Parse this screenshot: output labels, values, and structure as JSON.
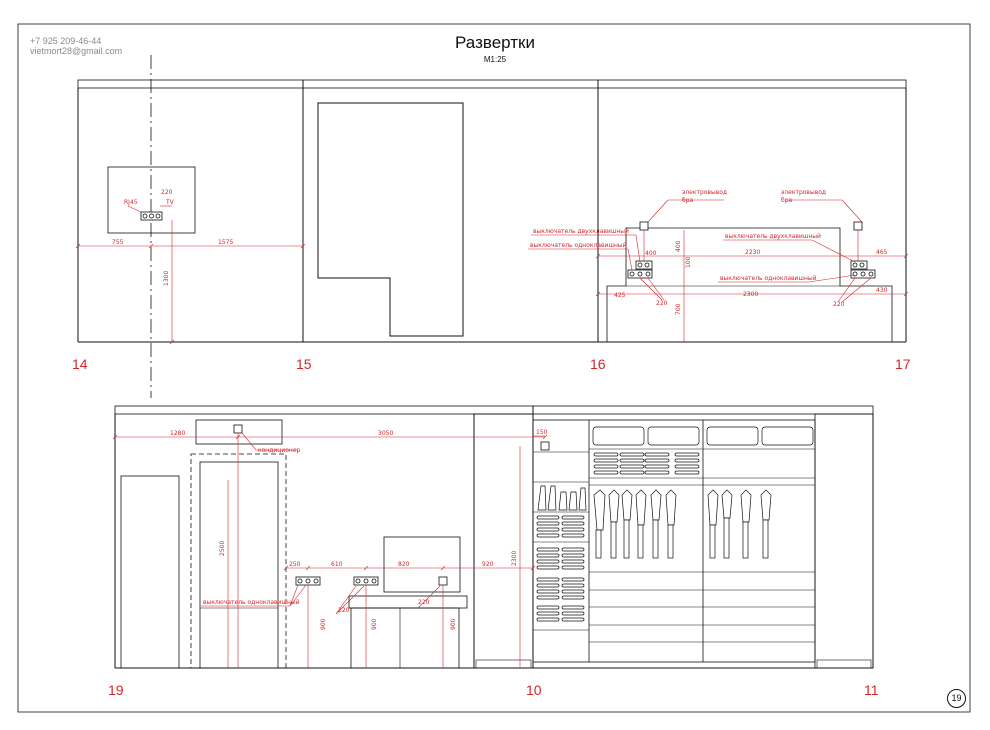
{
  "sheet": {
    "title": "Развертки",
    "scale": "М1:25",
    "contact_phone": "+7 925 209-46-44",
    "contact_email": "vietmort28@gmail.com",
    "page_number": "19"
  },
  "axes_top": [
    "14",
    "15",
    "16",
    "17"
  ],
  "axes_bottom": [
    "19",
    "10",
    "11"
  ],
  "labels": {
    "rj45": "RJ45",
    "tv": "TV",
    "elektrovyvod_1": "электровывод",
    "elektrovyvod_1b": "бра",
    "elektrovyvod_2": "электровывод",
    "elektrovyvod_2b": "бра",
    "switch_double_left": "выключатель двухклавишный",
    "switch_single_left": "выключатель одноклавишный",
    "switch_double_right": "выключатель двухклавишный",
    "switch_single_right": "выключатель одноклавишный",
    "conditioner": "кондиционер",
    "switch_single_bottom": "выключатель одноклавишный"
  },
  "dims": {
    "d755": "755",
    "d1575": "1575",
    "d220a": "220",
    "d1300": "1300",
    "d400": "400",
    "d400b": "400",
    "d100": "100",
    "d700": "700",
    "d425": "425",
    "d220b": "220",
    "d2230": "2230",
    "d2300": "2300",
    "d465": "465",
    "d430": "430",
    "d220c": "220",
    "d1280": "1280",
    "d3050": "3050",
    "d150": "150",
    "d2300b": "2300",
    "d2500": "2500",
    "d250": "250",
    "d610": "610",
    "d820": "820",
    "d920": "920",
    "d220d": "220",
    "d220e": "220",
    "d900a": "900",
    "d900b": "900",
    "d900c": "900"
  },
  "colors": {
    "line": "#111111",
    "dimension": "#d4262b",
    "contact": "#8a8a8a"
  }
}
